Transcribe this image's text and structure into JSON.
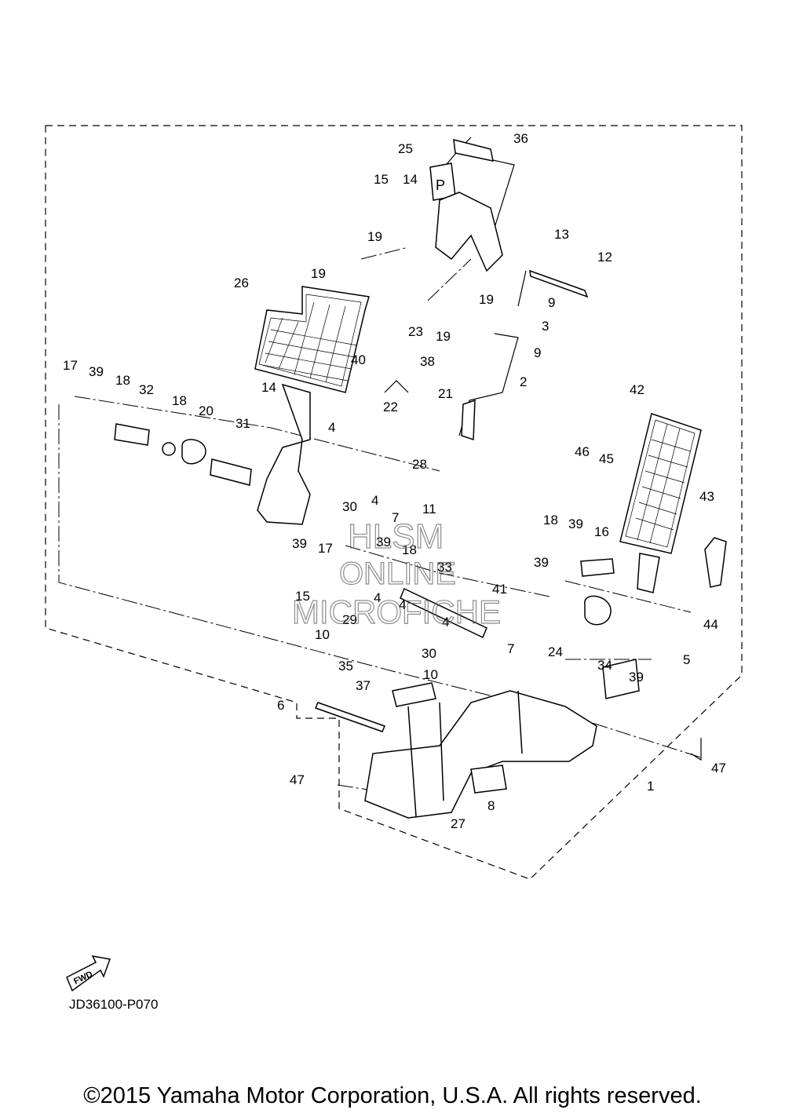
{
  "diagram": {
    "code": "JD36100-P070",
    "fwd_label": "FWD",
    "copyright": "©2015 Yamaha Motor Corporation, U.S.A. All rights reserved.",
    "watermark": [
      "HLSM",
      "ONLINE",
      "MICROFICHE"
    ],
    "callouts": [
      "36",
      "25",
      "15",
      "14",
      "13",
      "12",
      "19",
      "19",
      "19",
      "19",
      "9",
      "3",
      "9",
      "26",
      "23",
      "40",
      "38",
      "2",
      "21",
      "17",
      "39",
      "18",
      "32",
      "18",
      "20",
      "31",
      "14",
      "22",
      "4",
      "28",
      "4",
      "11",
      "30",
      "42",
      "46",
      "45",
      "43",
      "7",
      "18",
      "39",
      "16",
      "39",
      "18",
      "33",
      "39",
      "41",
      "4",
      "4",
      "15",
      "10",
      "29",
      "4",
      "30",
      "24",
      "34",
      "39",
      "5",
      "44",
      "7",
      "35",
      "10",
      "37",
      "6",
      "47",
      "47",
      "1",
      "8",
      "27",
      "17",
      "39"
    ]
  }
}
